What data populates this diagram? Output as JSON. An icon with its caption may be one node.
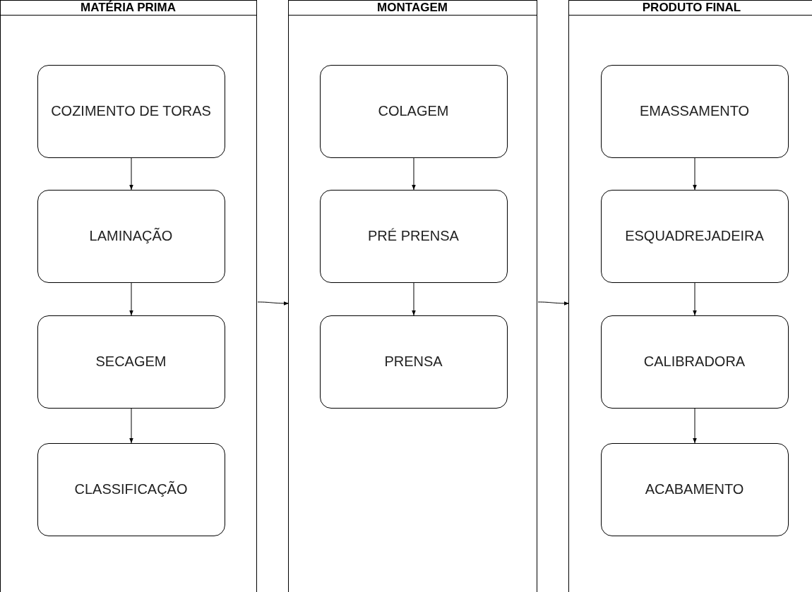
{
  "diagram": {
    "nodes": [
      {
        "text": [
          "MATÉRIA PRIMA"
        ]
      },
      {
        "text": [
          "COZIMENTO DE TORAS"
        ],
        "in": 0
      },
      {
        "text": [
          "LAMINAÇÃO"
        ],
        "in": 0
      },
      {
        "text": [
          "SECAGEM"
        ],
        "in": 0
      },
      {
        "text": [
          "CLASSIFICAÇÃO"
        ],
        "in": 0
      },
      {
        "text": [
          "MONTAGEM"
        ]
      },
      {
        "text": [
          "COLAGEM"
        ],
        "in": 5
      },
      {
        "text": [
          "PRÉ PRENSA"
        ],
        "in": 5
      },
      {
        "text": [
          "PRENSA"
        ],
        "in": 5
      },
      {
        "text": [
          "PRODUTO FINAL"
        ]
      },
      {
        "text": [
          "EMASSAMENTO"
        ],
        "in": 9
      },
      {
        "text": [
          "ESQUADREJADEIRA"
        ],
        "in": 9
      },
      {
        "text": [
          "CALIBRADORA"
        ],
        "in": 9
      },
      {
        "text": [
          "ACABAMENTO"
        ],
        "in": 9
      }
    ],
    "edges": [
      {
        "from": 1,
        "to": 2,
        "arrow": "to"
      },
      {
        "from": 2,
        "to": 3,
        "arrow": "to"
      },
      {
        "from": 3,
        "to": 4,
        "arrow": "to"
      },
      {
        "from": 0,
        "to": 5,
        "arrow": "to"
      },
      {
        "from": 6,
        "to": 7,
        "arrow": "to"
      },
      {
        "from": 7,
        "to": 8,
        "arrow": "to"
      },
      {
        "from": 5,
        "to": 9,
        "arrow": "to"
      },
      {
        "from": 10,
        "to": 11,
        "arrow": "to"
      },
      {
        "from": 11,
        "to": 12,
        "arrow": "to"
      },
      {
        "from": 12,
        "to": 13,
        "arrow": "to"
      }
    ]
  }
}
